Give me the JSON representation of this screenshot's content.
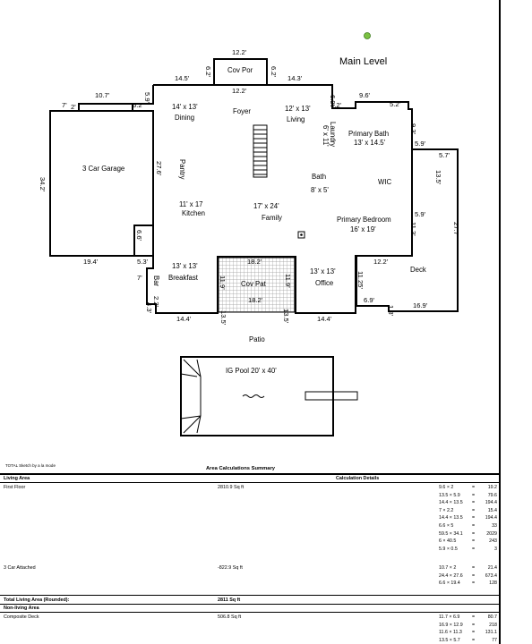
{
  "plan": {
    "title": "Main Level",
    "footnote": "TOTAL Sketch by a la mode",
    "rooms": {
      "garage": "3 Car Garage",
      "dining_name": "Dining",
      "dining_dim": "14' x 13'",
      "foyer": "Foyer",
      "living_name": "Living",
      "living_dim": "12' x 13'",
      "laundry_name": "Laundry",
      "laundry_dim": "6' x 11'",
      "pbath_name": "Primary Bath",
      "pbath_dim": "13' x 14.5'",
      "pantry": "Pantry",
      "bath_name": "Bath",
      "bath_dim": "8' x 5'",
      "wic": "WIC",
      "kitchen_dim": "11' x 17",
      "kitchen_name": "Kitchen",
      "family_dim": "17' x 24'",
      "family_name": "Family",
      "pbed_name": "Primary Bedroom",
      "pbed_dim": "16' x 19'",
      "breakfast_dim": "13' x 13'",
      "breakfast_name": "Breakfast",
      "covpat": "Cov Pat",
      "office_dim": "13' x 13'",
      "office_name": "Office",
      "deck": "Deck",
      "bar": "Bar",
      "covpor": "Cov Por",
      "patio": "Patio",
      "pool": "IG Pool 20' x 40'"
    },
    "dims": {
      "covpor_top": "12.2'",
      "covpor_bottom": "12.2'",
      "covpor_left": "6.2'",
      "covpor_right": "6.2'",
      "d145": "14.5'",
      "d143": "14.3'",
      "d107": "10.7'",
      "d7": "7'",
      "d2a": "2'",
      "d62": "6.2'",
      "d59a": "5.9'",
      "d69": "6.9'",
      "d42": "4.2'",
      "d96": "9.6'",
      "d52": "5.2'",
      "d93": "9.3'",
      "d59b": "5.9'",
      "d57": "5.7'",
      "d135": "13.5'",
      "d342": "34.2'",
      "d276": "27.6'",
      "d59c": "5.9'",
      "d113": "11.3'",
      "d277": "27.7'",
      "d66": "6.6'",
      "d194": "19.4'",
      "d53": "5.3'",
      "d182a": "18.2'",
      "d122": "12.2'",
      "d7b": "7'",
      "d119a": "11.9'",
      "d119b": "11.9'",
      "d1125": "11.25'",
      "d69b": "6.9'",
      "d13": "1.3'",
      "d169": "16.9'",
      "d43": "4.3'",
      "d22": "2.2'",
      "d182b": "18.2'",
      "d144a": "14.4'",
      "d135b": "13.5'",
      "d135c": "13.5'",
      "d144b": "14.4'"
    }
  },
  "summary": {
    "title": "Area Calculations Summary",
    "living_header": "Living Area",
    "calc_header": "Calculation Details",
    "first_floor": {
      "label": "First Floor",
      "area": "2810.9 Sq ft",
      "calcs": [
        [
          "9.6 × 2",
          "=",
          "19.2"
        ],
        [
          "13.5 × 5.9",
          "=",
          "79.6"
        ],
        [
          "14.4 × 13.5",
          "=",
          "194.4"
        ],
        [
          "7 × 2.2",
          "=",
          "15.4"
        ],
        [
          "14.4 × 13.5",
          "=",
          "194.4"
        ],
        [
          "6.6 × 5",
          "=",
          "33"
        ],
        [
          "59.5 × 34.1",
          "=",
          "2029"
        ],
        [
          "6 × 40.5",
          "=",
          "243"
        ],
        [
          "5.9 × 0.5",
          "=",
          "3"
        ]
      ]
    },
    "garage": {
      "label": "3 Car Attached",
      "area": "-822.9 Sq ft",
      "calcs": [
        [
          "10.7 × 2",
          "=",
          "21.4"
        ],
        [
          "24.4 × 27.6",
          "=",
          "673.4"
        ],
        [
          "6.6 × 19.4",
          "=",
          "128"
        ]
      ]
    },
    "total_label": "Total Living Area (Rounded):",
    "total_value": "2811 Sq ft",
    "nonliving_header": "Non-living Area",
    "deck": {
      "label": "Composite Deck",
      "area": "506.8 Sq ft",
      "calcs": [
        [
          "11.7 × 6.9",
          "=",
          "80.7"
        ],
        [
          "16.9 × 12.9",
          "=",
          "218"
        ],
        [
          "11.6 × 11.3",
          "=",
          "131.1"
        ],
        [
          "13.5 × 5.7",
          "=",
          "77"
        ]
      ]
    }
  }
}
